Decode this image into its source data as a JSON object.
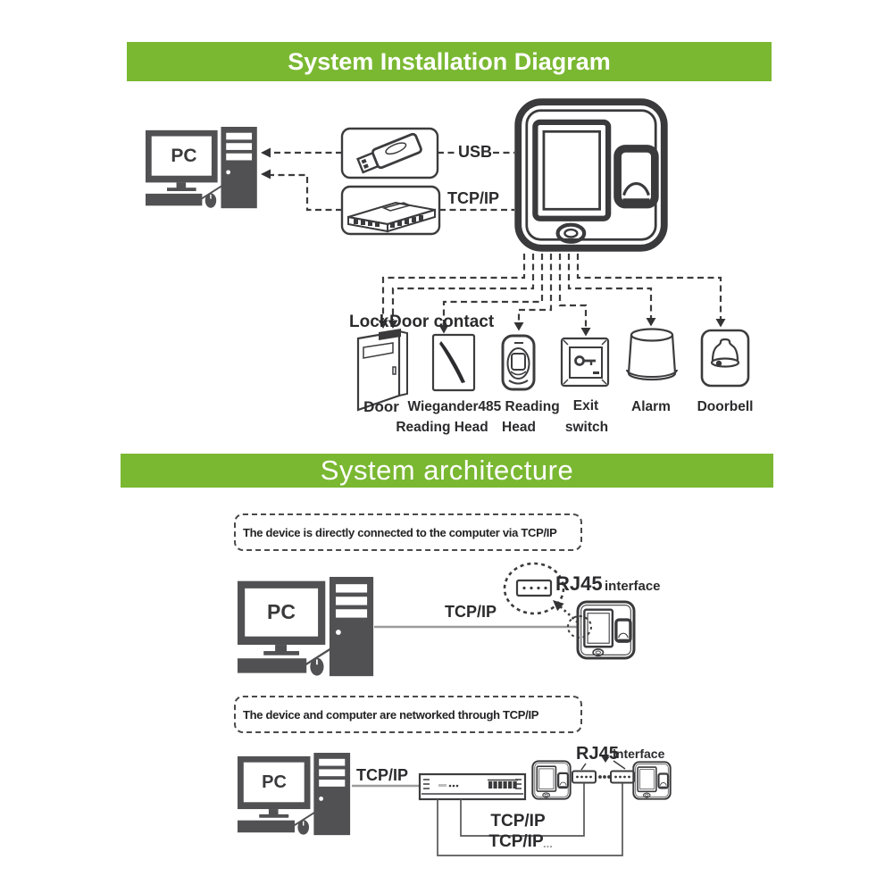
{
  "colors": {
    "accent_green": "#7ab832",
    "line_ink": "#3c3c3e",
    "pc_fill": "#515153",
    "gray_cable": "#9b9b9d"
  },
  "installation": {
    "title": "System Installation Diagram",
    "pc": "PC",
    "usb": "USB",
    "tcpip": "TCP/IP",
    "lock": "Lock",
    "door_contact": "Door contact",
    "door": "Door",
    "wiegander_line1": "Wiegander",
    "wiegander_line2": "Reading Head",
    "rh485_line1": "485 Reading",
    "rh485_line2": "Head",
    "exit_line1": "Exit",
    "exit_line2": "switch",
    "alarm": "Alarm",
    "doorbell": "Doorbell"
  },
  "architecture": {
    "title": "System architecture",
    "direct": {
      "note": "The device is directly connected to the computer via TCP/IP",
      "pc": "PC",
      "tcpip": "TCP/IP",
      "rj45": "RJ45",
      "interface": "interface"
    },
    "networked": {
      "note": "The device and computer are networked through TCP/IP",
      "pc": "PC",
      "tcpip_pc": "TCP/IP",
      "rj45": "RJ45",
      "interface": "interface",
      "tcpip_inner": "TCP/IP",
      "tcpip_outer": "TCP/IP",
      "ellipsis": "..."
    }
  }
}
